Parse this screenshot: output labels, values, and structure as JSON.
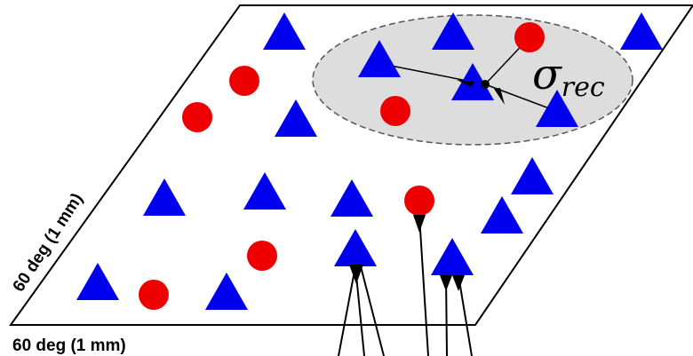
{
  "labels": {
    "x_axis": "60 deg (1 mm)",
    "y_axis": "60 deg (1 mm)",
    "sigma_symbol": "σ",
    "sigma_subscript": "rec"
  },
  "colors": {
    "excitatory": "#0000ee",
    "inhibitory": "#ee0000",
    "plane_stroke": "#000000",
    "ellipse_fill": "#dddddd",
    "ellipse_stroke": "#555555"
  },
  "legend_semantics": {
    "triangle": "excitatory-neuron",
    "circle": "inhibitory-neuron"
  }
}
